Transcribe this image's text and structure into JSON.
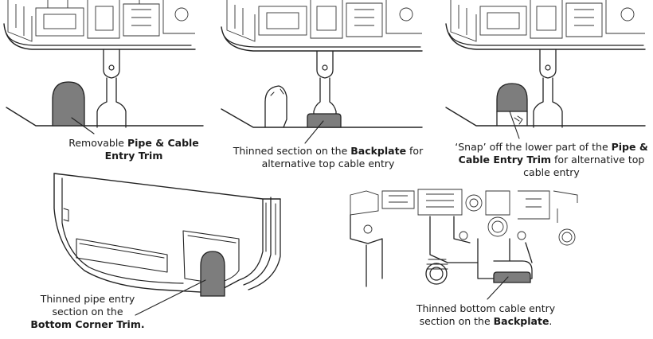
{
  "panels": [
    {
      "id": "removable-trim",
      "lines": [
        [
          {
            "t": "Removable ",
            "b": false
          },
          {
            "t": "Pipe & Cable",
            "b": true
          }
        ],
        [
          {
            "t": "Entry Trim",
            "b": true
          }
        ]
      ]
    },
    {
      "id": "thinned-backplate-top",
      "lines": [
        [
          {
            "t": "Thinned section on the ",
            "b": false
          },
          {
            "t": "Backplate",
            "b": true
          },
          {
            "t": " for",
            "b": false
          }
        ],
        [
          {
            "t": "alternative top cable entry",
            "b": false
          }
        ]
      ]
    },
    {
      "id": "snap-off-trim",
      "lines": [
        [
          {
            "t": "‘Snap’ off the lower part of the ",
            "b": false
          },
          {
            "t": "Pipe &",
            "b": true
          }
        ],
        [
          {
            "t": "Cable Entry Trim",
            "b": true
          },
          {
            "t": " for alternative top",
            "b": false
          }
        ],
        [
          {
            "t": "cable entry",
            "b": false
          }
        ]
      ]
    },
    {
      "id": "bottom-corner-trim",
      "lines": [
        [
          {
            "t": "Thinned pipe entry",
            "b": false
          }
        ],
        [
          {
            "t": "section on the",
            "b": false
          }
        ],
        [
          {
            "t": "Bottom Corner Trim.",
            "b": true
          }
        ]
      ]
    },
    {
      "id": "thinned-bottom-backplate",
      "lines": [
        [
          {
            "t": "Thinned bottom cable entry",
            "b": false
          }
        ],
        [
          {
            "t": "section on the ",
            "b": false
          },
          {
            "t": "Backplate",
            "b": true
          },
          {
            "t": ".",
            "b": false
          }
        ]
      ]
    }
  ]
}
